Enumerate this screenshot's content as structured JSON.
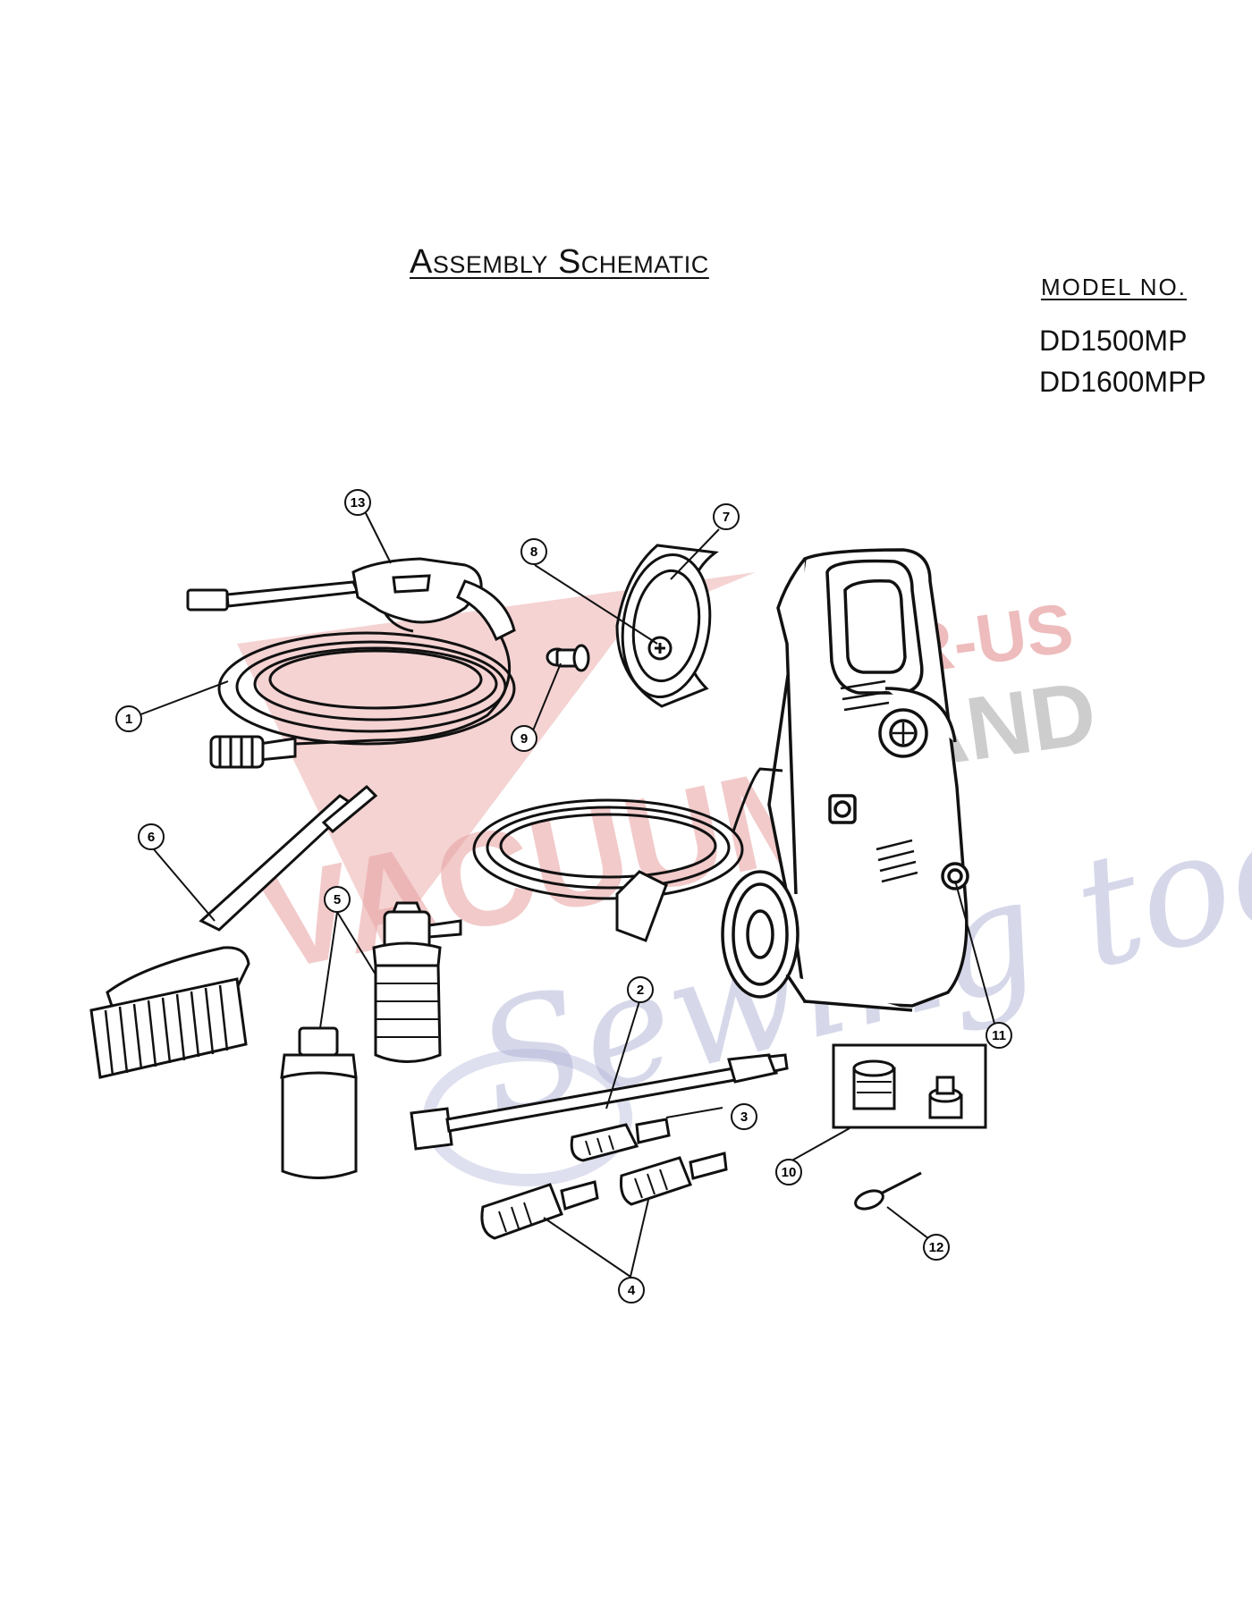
{
  "document": {
    "title": "Assembly Schematic",
    "model_label": "MODEL  NO.",
    "models": [
      "DD1500MP",
      "DD1600MPP"
    ]
  },
  "watermark": {
    "word_main": "VACUUMS",
    "word_top": "R-US",
    "word_and": "AND",
    "word_script": "Sewing too",
    "colors": {
      "red": "#e8a0a0",
      "gray": "#b9b9b9",
      "blue": "#aeb2d6"
    }
  },
  "callouts": [
    "1",
    "2",
    "3",
    "4",
    "5",
    "6",
    "7",
    "8",
    "9",
    "10",
    "11",
    "12",
    "13"
  ],
  "parts": [
    {
      "number": "1",
      "icon": "high-pressure-hose-icon"
    },
    {
      "number": "2",
      "icon": "spray-lance-icon"
    },
    {
      "number": "3",
      "icon": "nozzle-icon"
    },
    {
      "number": "4",
      "icon": "nozzle-pair-icon"
    },
    {
      "number": "5",
      "icon": "detergent-bottle-icon"
    },
    {
      "number": "6",
      "icon": "wash-brush-icon"
    },
    {
      "number": "7",
      "icon": "cord-hook-plate-icon"
    },
    {
      "number": "8",
      "icon": "screw-icon"
    },
    {
      "number": "9",
      "icon": "plug-cap-icon"
    },
    {
      "number": "10",
      "icon": "quick-connector-set-icon"
    },
    {
      "number": "11",
      "icon": "outlet-fitting-icon"
    },
    {
      "number": "12",
      "icon": "nozzle-cleaning-pin-icon"
    },
    {
      "number": "13",
      "icon": "spray-gun-icon"
    }
  ]
}
